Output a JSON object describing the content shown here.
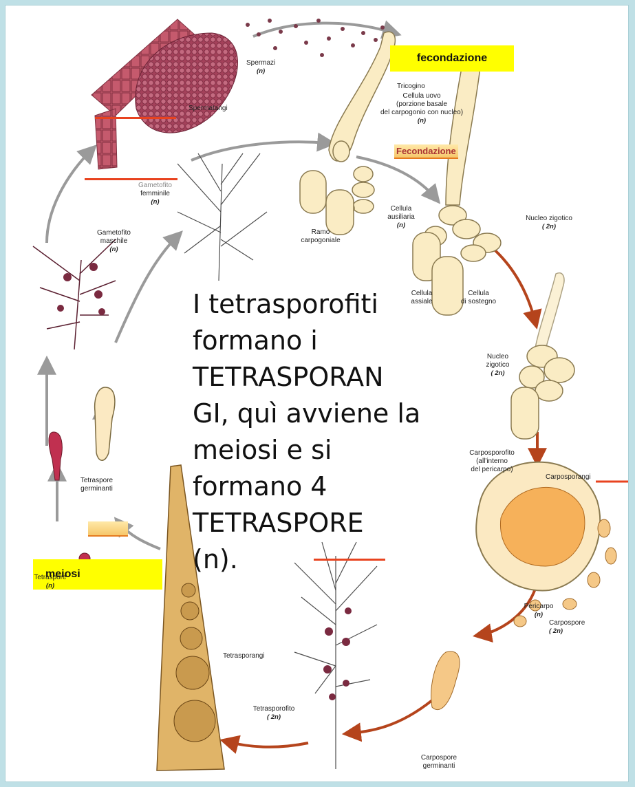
{
  "highlights": {
    "fecondazione_top": "fecondazione",
    "meiosi": "meiosi",
    "fecondazione_small": "Fecondazione"
  },
  "labels": {
    "spermazi": "Spermazi",
    "spermazi_ploidy": "(n)",
    "spermatangi": "Spermatangi",
    "tricogino": "Tricogino",
    "cellula_uovo": "Cellula uovo",
    "cellula_uovo_2": "(porzione basale",
    "cellula_uovo_3": "del carpogonio con nucleo)",
    "cellula_uovo_ploidy": "(n)",
    "gametofito_femminile_1": "Gametofito",
    "gametofito_femminile_2": "femminile",
    "gametofito_femminile_ploidy": "(n)",
    "gametofito_maschile_1": "Gametofito",
    "gametofito_maschile_2": "maschile",
    "gametofito_maschile_ploidy": "(n)",
    "ramo_1": "Ramo",
    "ramo_2": "carpogoniale",
    "cellula_ausiliaria_1": "Cellula",
    "cellula_ausiliaria_2": "ausiliaria",
    "cellula_ausiliaria_ploidy": "(n)",
    "nucleo_zigotico_top": "Nucleo zigotico",
    "nucleo_zigotico_top_ploidy": "( 2n)",
    "cellula_assiale_1": "Cellula",
    "cellula_assiale_2": "assiale",
    "cellula_sostegno_1": "Cellula",
    "cellula_sostegno_2": "di sostegno",
    "nucleo_zigotico_2_1": "Nucleo",
    "nucleo_zigotico_2_2": "zigotico",
    "nucleo_zigotico_2_ploidy": "( 2n)",
    "carposporofito_1": "Carposporofito",
    "carposporofito_2": "(all'interno",
    "carposporofito_3": "del pericarpo)",
    "carposporangi": "Carposporangi",
    "pericarpo": "Pericarpo",
    "pericarpo_ploidy": "(n)",
    "carpospore": "Carpospore",
    "carpospore_ploidy": "( 2n)",
    "carpospore_germ_1": "Carpospore",
    "carpospore_germ_2": "germinanti",
    "tetrasporofito": "Tetrasporofito",
    "tetrasporofito_ploidy": "( 2n)",
    "tetrasporangi": "Tetrasporangi",
    "tetraspore": "Tetraspore",
    "tetraspore_ploidy": "(n)",
    "tetraspore_germ_1": "Tetraspore",
    "tetraspore_germ_2": "germinanti"
  },
  "main_text": [
    "I tetrasporofiti",
    "formano i",
    "TETRASPORAN",
    "GI, quì avviene la",
    "meiosi e si",
    "formano 4",
    "TETRASPORE",
    "(n)."
  ],
  "colors": {
    "background": "#bfe0e6",
    "highlight": "#ffff00",
    "arrow_grey": "#9a9a9a",
    "arrow_red": "#b5441c",
    "mark_red": "#e8431f"
  }
}
